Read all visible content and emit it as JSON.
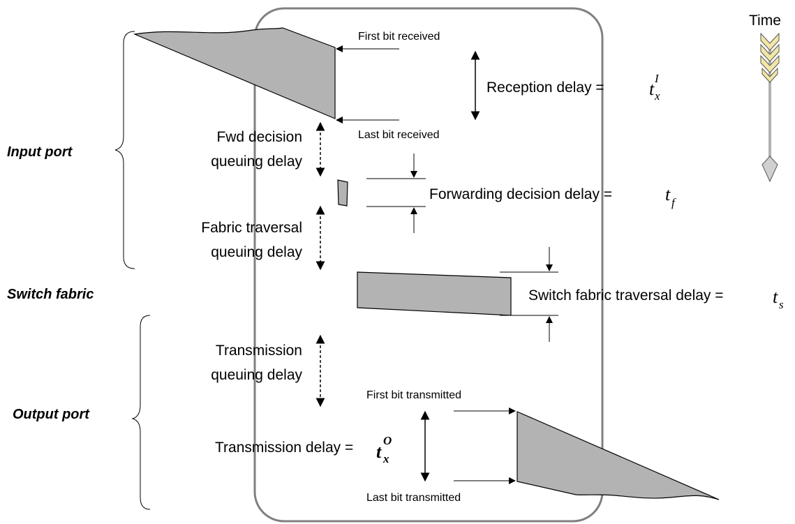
{
  "side_labels": {
    "input_port": "Input port",
    "switch_fabric": "Switch fabric",
    "output_port": "Output port"
  },
  "time_label": "Time",
  "arrival": {
    "first_bit": "First bit received",
    "last_bit": "Last bit received",
    "reception_delay": "Reception delay ="
  },
  "queues": {
    "fwd_decision": [
      "Fwd decision",
      "queuing delay"
    ],
    "fabric_traversal": [
      "Fabric traversal",
      "queuing delay"
    ],
    "transmission": [
      "Transmission",
      "queuing delay"
    ]
  },
  "forwarding_decision_delay": "Forwarding decision delay =",
  "switch_fabric_traversal_delay": "Switch fabric traversal delay =",
  "departure": {
    "first_bit": "First bit transmitted",
    "last_bit": "Last bit transmitted",
    "transmission_delay": "Transmission delay ="
  },
  "symbols": {
    "t": "t",
    "x": "x",
    "I": "I",
    "O": "O",
    "f": "f",
    "s": "s"
  },
  "colors": {
    "shape_fill": "#b3b3b3",
    "router_outline": "#808080",
    "arrow_feather": "#f2e6a6"
  }
}
